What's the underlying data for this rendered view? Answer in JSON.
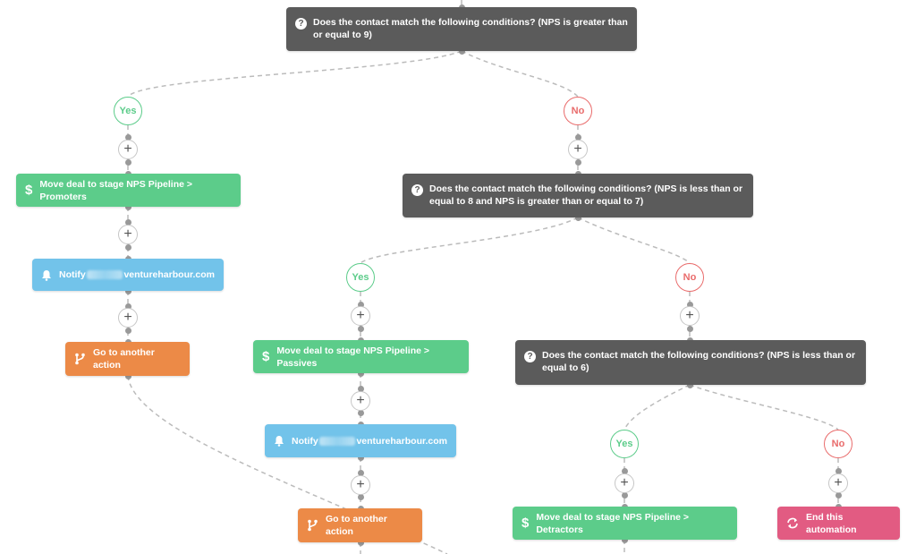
{
  "colors": {
    "condition": "#5b5b5b",
    "deal_action": "#5ccc8a",
    "notify_action": "#72c3ea",
    "goto_action": "#ec8a47",
    "end_action": "#e25b82",
    "yes": "#5ccc8a",
    "no": "#e96b6b",
    "connector": "#bbbbbb"
  },
  "icons": {
    "condition": "question-circle-icon",
    "deal": "dollar-icon",
    "notify": "bell-icon",
    "goto": "branch-icon",
    "end": "refresh-icon",
    "add": "plus-icon"
  },
  "plus_glyph": "+",
  "conditions": {
    "c1": "Does the contact match the following conditions? (NPS is greater than or equal to 9)",
    "c2": "Does the contact match the following conditions? (NPS is less than or equal to 8 and NPS is greater than or equal to 7)",
    "c3": "Does the contact match the following conditions? (NPS is less than or equal to 6)"
  },
  "branches": {
    "yes": "Yes",
    "no": "No"
  },
  "actions": {
    "deal_promoters": "Move deal to stage NPS Pipeline > Promoters",
    "deal_passives": "Move deal to stage NPS Pipeline > Passives",
    "deal_detractors": "Move deal to stage NPS Pipeline > Detractors",
    "notify_prefix": "Notify",
    "notify_suffix": "ventureharbour.com",
    "goto": "Go to another action",
    "end": "End this automation"
  }
}
